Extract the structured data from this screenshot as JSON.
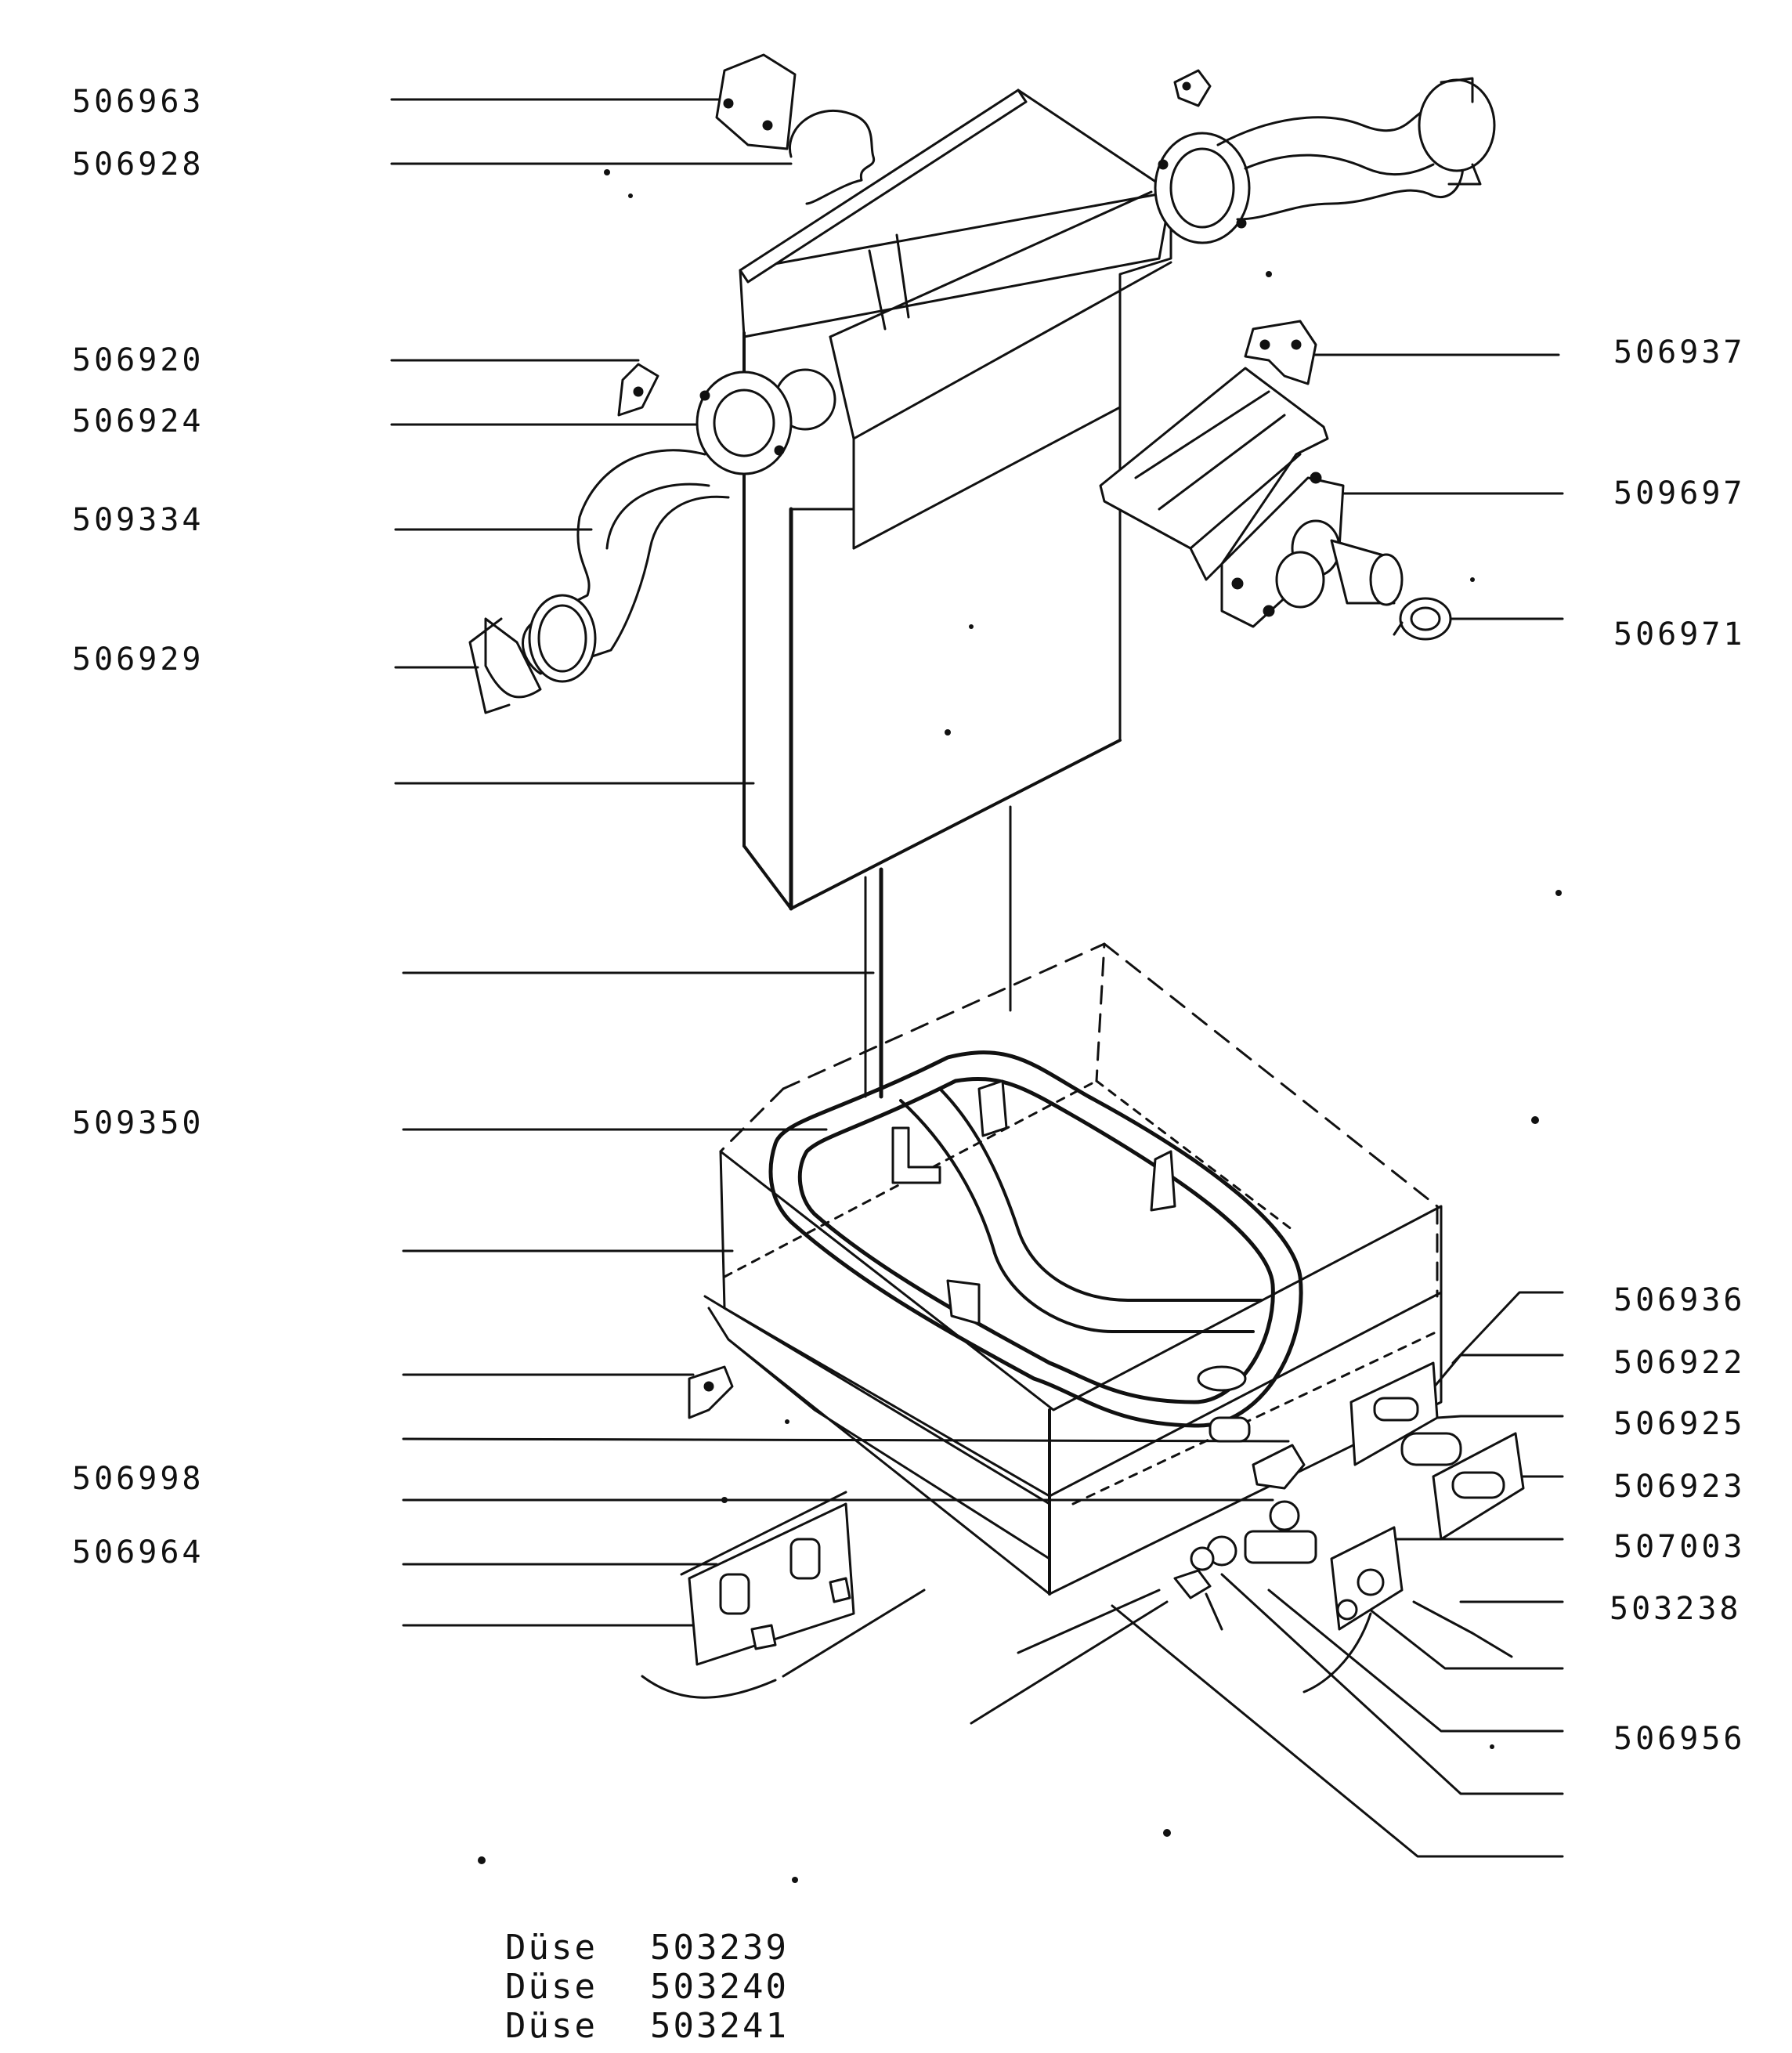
{
  "diagram": {
    "labels_left": [
      "506963",
      "506928",
      "506920",
      "506924",
      "509334",
      "506929",
      "509350",
      "506998",
      "506964"
    ],
    "labels_right": [
      "506937",
      "509697",
      "506971",
      "506936",
      "506922",
      "506925",
      "506923",
      "507003",
      "503238",
      "506956"
    ],
    "footer": [
      {
        "word": "Düse",
        "code": "503239"
      },
      {
        "word": "Düse",
        "code": "503240"
      },
      {
        "word": "Düse",
        "code": "503241"
      }
    ]
  }
}
